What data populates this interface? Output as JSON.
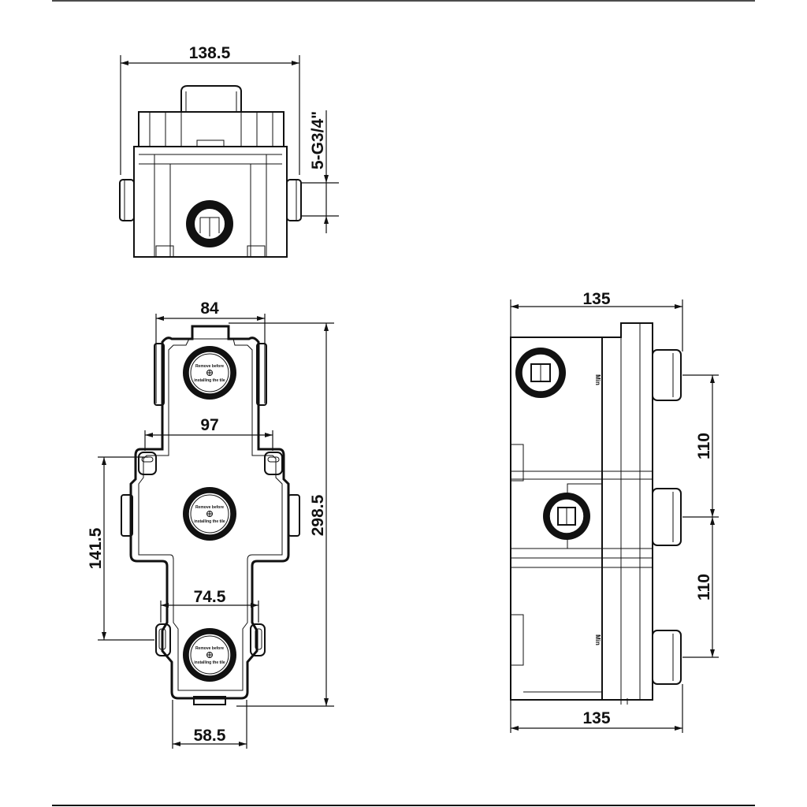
{
  "dimensions": {
    "top_width": "138.5",
    "top_thread": "5-G3/4\"",
    "front_top_width": "84",
    "front_mid_width": "97",
    "front_lower_width": "74.5",
    "front_bottom_width": "58.5",
    "front_height": "298.5",
    "front_left_height": "141.5",
    "side_top_width": "135",
    "side_bottom_width": "135",
    "side_spacing_upper": "110",
    "side_spacing_lower": "110"
  },
  "labels": {
    "cap_line1": "Remove before",
    "cap_line2": "installing the tile",
    "side_mark_upper": "Min",
    "side_mark_lower": "Min"
  }
}
